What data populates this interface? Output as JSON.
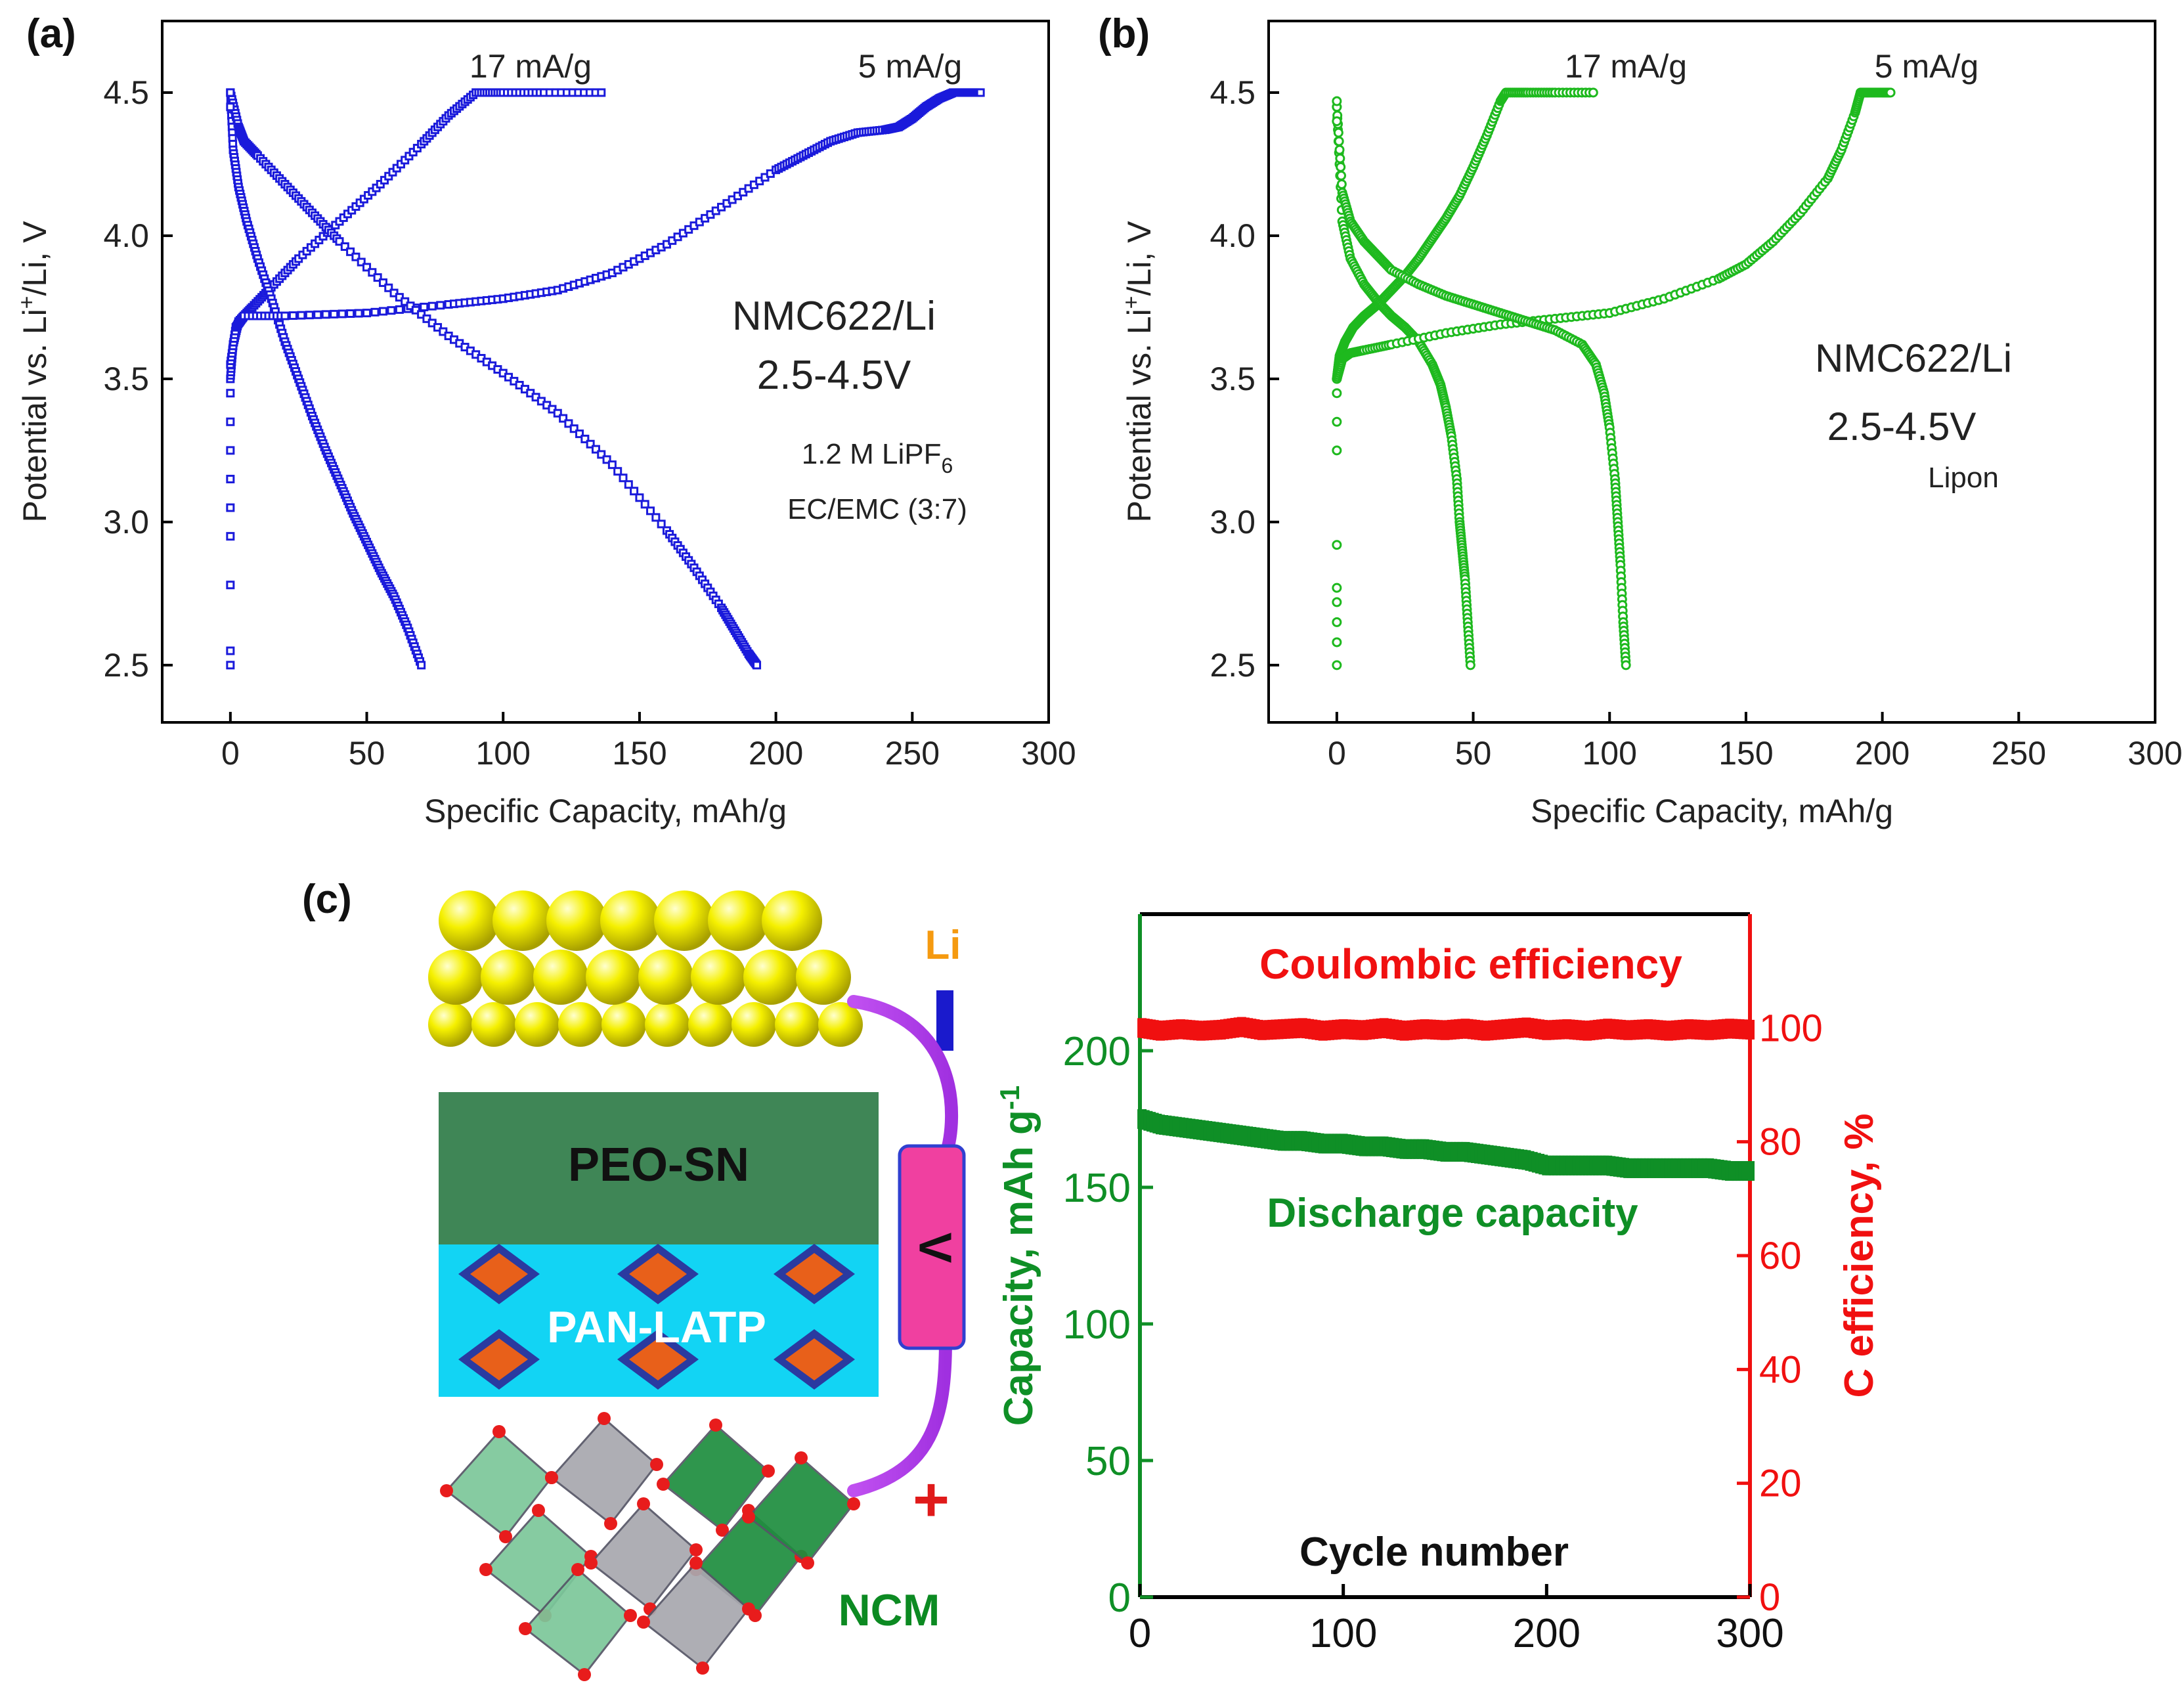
{
  "panels": {
    "a": "(a)",
    "b": "(b)",
    "c": "(c)"
  },
  "chart_data": [
    {
      "id": "a",
      "type": "scatter",
      "xlabel": "Specific Capacity, mAh/g",
      "ylabel_parts": [
        "Potential vs. Li",
        "+",
        "/Li, V"
      ],
      "xlim": [
        -25,
        300
      ],
      "ylim": [
        2.3,
        4.75
      ],
      "xticks": [
        "0",
        "50",
        "100",
        "150",
        "200",
        "250",
        "300"
      ],
      "yticks": [
        "2.5",
        "3.0",
        "3.5",
        "4.0",
        "4.5"
      ],
      "color": "#1a1adb",
      "marker": "open-square",
      "grid": false,
      "annotations": {
        "rate_17": "17 mA/g",
        "rate_5": "5 mA/g",
        "cell": "NMC622/Li",
        "window": "2.5-4.5V",
        "salt_main": "1.2 M LiPF",
        "salt_sub": "6",
        "solvent": "EC/EMC (3:7)"
      },
      "series": [
        {
          "rate": "17 mA/g",
          "segment": "charge",
          "x": [
            0,
            1,
            3,
            8,
            15,
            25,
            40,
            55,
            70,
            80,
            90,
            100,
            115,
            136
          ],
          "y": [
            3.5,
            3.62,
            3.7,
            3.75,
            3.82,
            3.92,
            4.05,
            4.18,
            4.32,
            4.42,
            4.5,
            4.5,
            4.5,
            4.5
          ]
        },
        {
          "rate": "17 mA/g",
          "segment": "discharge",
          "x": [
            0,
            1,
            3,
            6,
            10,
            15,
            20,
            25,
            30,
            35,
            40,
            45,
            50,
            55,
            60,
            65,
            70
          ],
          "y": [
            4.5,
            4.3,
            4.17,
            4.05,
            3.92,
            3.78,
            3.63,
            3.5,
            3.37,
            3.25,
            3.14,
            3.03,
            2.93,
            2.83,
            2.74,
            2.63,
            2.5
          ]
        },
        {
          "rate": "5 mA/g",
          "segment": "charge",
          "x": [
            0,
            2,
            5,
            20,
            50,
            80,
            100,
            120,
            140,
            160,
            180,
            200,
            210,
            220,
            230,
            240,
            245,
            250,
            255,
            260,
            265,
            270,
            275
          ],
          "y": [
            3.55,
            3.68,
            3.72,
            3.72,
            3.73,
            3.76,
            3.78,
            3.81,
            3.87,
            3.97,
            4.1,
            4.23,
            4.28,
            4.33,
            4.36,
            4.37,
            4.38,
            4.41,
            4.45,
            4.48,
            4.5,
            4.5,
            4.5
          ]
        },
        {
          "rate": "5 mA/g",
          "segment": "discharge",
          "x": [
            0,
            3,
            5,
            10,
            20,
            30,
            40,
            60,
            80,
            100,
            120,
            140,
            160,
            170,
            180,
            185,
            190,
            193
          ],
          "y": [
            4.5,
            4.38,
            4.33,
            4.28,
            4.18,
            4.08,
            3.98,
            3.8,
            3.65,
            3.52,
            3.38,
            3.2,
            2.97,
            2.84,
            2.7,
            2.62,
            2.54,
            2.5
          ]
        },
        {
          "rate": "initial",
          "segment": "rest",
          "x": [
            0,
            0,
            0,
            0,
            0,
            0,
            0,
            0,
            0,
            0,
            0
          ],
          "y": [
            2.5,
            2.55,
            2.78,
            2.95,
            3.05,
            3.15,
            3.25,
            3.35,
            3.45,
            4.45,
            4.5
          ]
        }
      ]
    },
    {
      "id": "b",
      "type": "scatter",
      "xlabel": "Specific Capacity, mAh/g",
      "ylabel_parts": [
        "Potential vs. Li",
        "+",
        "/Li, V"
      ],
      "xlim": [
        -25,
        300
      ],
      "ylim": [
        2.3,
        4.75
      ],
      "xticks": [
        "0",
        "50",
        "100",
        "150",
        "200",
        "250",
        "300"
      ],
      "yticks": [
        "2.5",
        "3.0",
        "3.5",
        "4.0",
        "4.5"
      ],
      "color": "#1eb91e",
      "marker": "open-circle",
      "grid": false,
      "annotations": {
        "rate_17": "17 mA/g",
        "rate_5": "5 mA/g",
        "cell": "NMC622/Li",
        "window": "2.5-4.5V",
        "electrolyte": "Lipon"
      },
      "series": [
        {
          "rate": "17 mA/g",
          "segment": "charge",
          "x": [
            0,
            1,
            3,
            6,
            10,
            15,
            20,
            25,
            30,
            35,
            40,
            45,
            50,
            55,
            60,
            62,
            70,
            80,
            94
          ],
          "y": [
            3.5,
            3.58,
            3.63,
            3.68,
            3.72,
            3.76,
            3.81,
            3.86,
            3.92,
            3.99,
            4.06,
            4.14,
            4.24,
            4.35,
            4.47,
            4.5,
            4.5,
            4.5,
            4.5
          ]
        },
        {
          "rate": "17 mA/g",
          "segment": "discharge",
          "x": [
            0,
            2,
            5,
            10,
            15,
            20,
            25,
            30,
            35,
            38,
            40,
            42,
            44,
            45,
            46,
            47,
            48,
            49
          ],
          "y": [
            4.45,
            4.05,
            3.92,
            3.83,
            3.77,
            3.72,
            3.68,
            3.63,
            3.55,
            3.48,
            3.4,
            3.3,
            3.15,
            3.0,
            2.9,
            2.8,
            2.65,
            2.5
          ]
        },
        {
          "rate": "5 mA/g",
          "segment": "charge",
          "x": [
            0,
            2,
            5,
            10,
            20,
            40,
            60,
            80,
            100,
            120,
            140,
            150,
            160,
            170,
            180,
            185,
            190,
            192,
            195,
            200,
            203
          ],
          "y": [
            3.5,
            3.57,
            3.59,
            3.6,
            3.62,
            3.66,
            3.69,
            3.71,
            3.73,
            3.78,
            3.85,
            3.9,
            3.98,
            4.08,
            4.2,
            4.3,
            4.43,
            4.5,
            4.5,
            4.5,
            4.5
          ]
        },
        {
          "rate": "5 mA/g",
          "segment": "discharge",
          "x": [
            0,
            2,
            5,
            10,
            15,
            20,
            30,
            40,
            50,
            60,
            70,
            80,
            90,
            95,
            98,
            100,
            102,
            103,
            104,
            105,
            106
          ],
          "y": [
            4.45,
            4.15,
            4.05,
            3.98,
            3.93,
            3.88,
            3.83,
            3.79,
            3.76,
            3.73,
            3.7,
            3.67,
            3.62,
            3.55,
            3.45,
            3.33,
            3.15,
            3.0,
            2.85,
            2.65,
            2.5
          ]
        },
        {
          "rate": "initial",
          "segment": "rest",
          "x": [
            0,
            0,
            0,
            0,
            0,
            0,
            0,
            0,
            0,
            0,
            0
          ],
          "y": [
            2.5,
            2.58,
            2.65,
            2.72,
            2.77,
            2.92,
            3.25,
            3.35,
            3.45,
            4.4,
            4.47
          ]
        }
      ]
    },
    {
      "id": "c",
      "type": "line",
      "xlabel": "Cycle number",
      "ylabel_parts": [
        "Capacity, mAh g",
        "-1"
      ],
      "y2label": "C efficiency, %",
      "xlim": [
        0,
        300
      ],
      "ylim": [
        0,
        250
      ],
      "y2lim": [
        0,
        120
      ],
      "xticks": [
        "0",
        "100",
        "200",
        "300"
      ],
      "yticks": [
        "0",
        "50",
        "100",
        "150",
        "200"
      ],
      "y2ticks": [
        "0",
        "20",
        "40",
        "60",
        "80",
        "100"
      ],
      "grid": false,
      "series": [
        {
          "name": "Discharge capacity",
          "axis": "left",
          "color": "#0f8f26",
          "x": [
            1,
            10,
            20,
            30,
            40,
            50,
            60,
            70,
            80,
            90,
            100,
            110,
            120,
            130,
            140,
            150,
            160,
            170,
            180,
            190,
            200,
            210,
            220,
            230,
            240,
            250,
            260,
            270,
            280,
            290,
            300
          ],
          "y": [
            175,
            173,
            172,
            171,
            170,
            169,
            168,
            167,
            167,
            166,
            166,
            165,
            165,
            164,
            164,
            163,
            163,
            162,
            161,
            160,
            158,
            158,
            158,
            158,
            157,
            157,
            157,
            157,
            157,
            156,
            156
          ]
        },
        {
          "name": "Coulombic efficiency",
          "axis": "right",
          "color": "#f01010",
          "x": [
            1,
            10,
            20,
            30,
            40,
            50,
            60,
            70,
            80,
            90,
            100,
            110,
            120,
            130,
            140,
            150,
            160,
            170,
            180,
            190,
            200,
            210,
            220,
            230,
            240,
            250,
            260,
            270,
            280,
            290,
            300
          ],
          "y": [
            100,
            99.5,
            99.8,
            99.5,
            99.7,
            100.2,
            99.6,
            99.8,
            100,
            99.5,
            99.8,
            99.6,
            100,
            99.5,
            99.8,
            99.6,
            99.9,
            99.5,
            99.8,
            100.1,
            99.6,
            99.8,
            99.5,
            99.9,
            99.6,
            99.8,
            99.5,
            99.8,
            99.6,
            99.9,
            99.7
          ]
        }
      ]
    }
  ],
  "schematic": {
    "li": "Li",
    "minus": "−",
    "layer_top": "PEO-SN",
    "layer_bottom": "PAN-LATP",
    "cathode": "NCM",
    "plus": "+",
    "load": "V"
  }
}
